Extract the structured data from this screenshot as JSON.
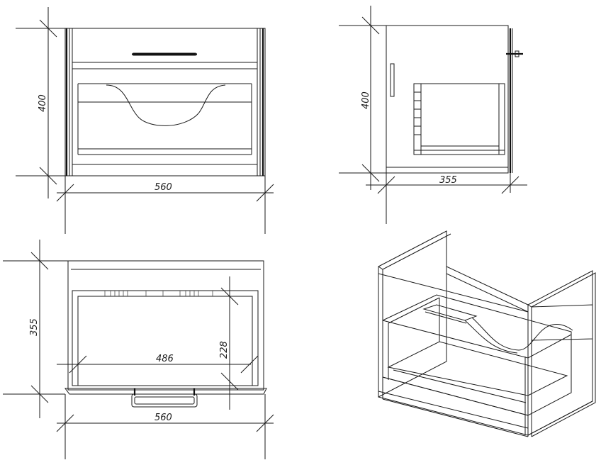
{
  "views": {
    "front": {
      "width_label": "560",
      "height_label": "400"
    },
    "side": {
      "height_label": "400",
      "depth_label": "355"
    },
    "top": {
      "depth_label": "355",
      "inner_width_label": "486",
      "inner_depth_label": "228",
      "width_label": "560"
    }
  }
}
